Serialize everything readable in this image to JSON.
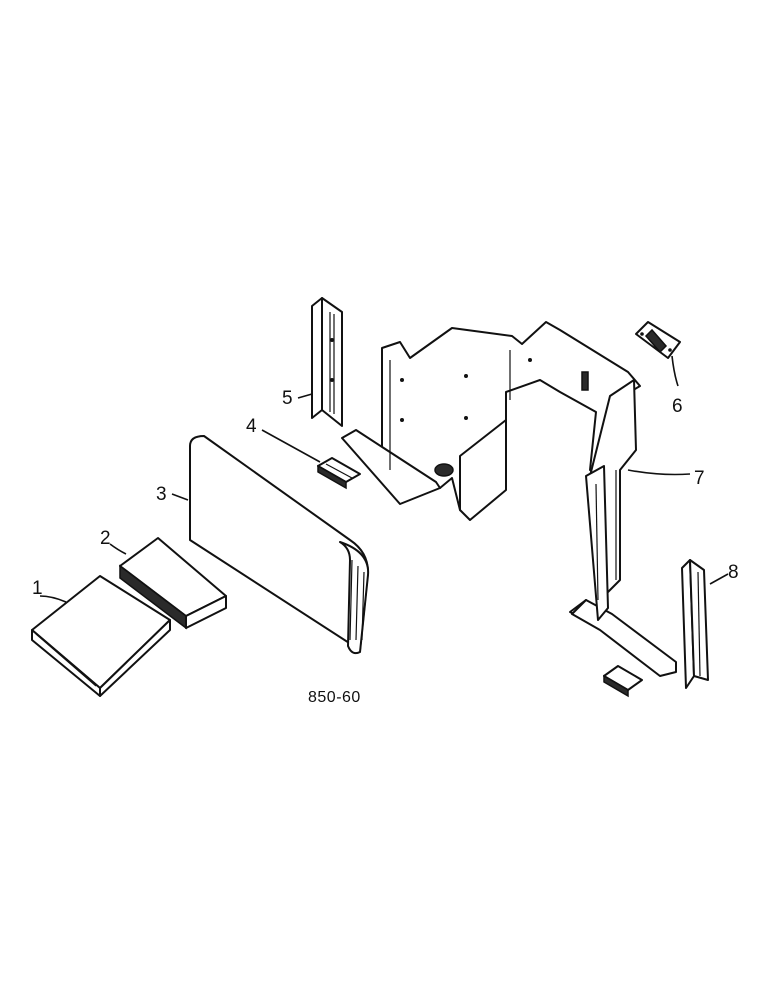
{
  "callouts": {
    "c1": "1",
    "c2": "2",
    "c3": "3",
    "c4": "4",
    "c5": "5",
    "c6": "6",
    "c7": "7",
    "c8": "8"
  },
  "reference_code": "850-60"
}
